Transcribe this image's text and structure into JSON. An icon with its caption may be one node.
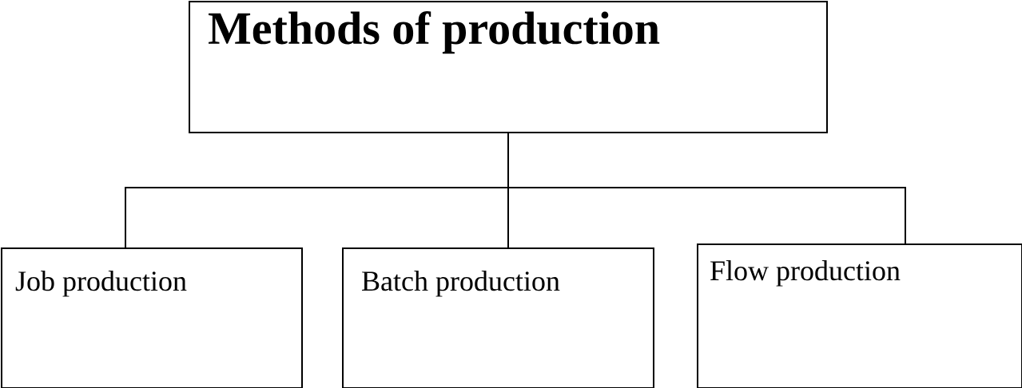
{
  "diagram": {
    "nodes": [
      {
        "text": [
          "Methods of production"
        ]
      },
      {
        "text": [
          "Job production"
        ]
      },
      {
        "text": [
          "Batch production"
        ]
      },
      {
        "text": [
          "Flow production"
        ]
      }
    ],
    "edges": [
      {
        "from": 0,
        "to": 1,
        "arrow": "none"
      },
      {
        "from": 0,
        "to": 2,
        "arrow": "none"
      },
      {
        "from": 0,
        "to": 3,
        "arrow": "none"
      }
    ]
  }
}
